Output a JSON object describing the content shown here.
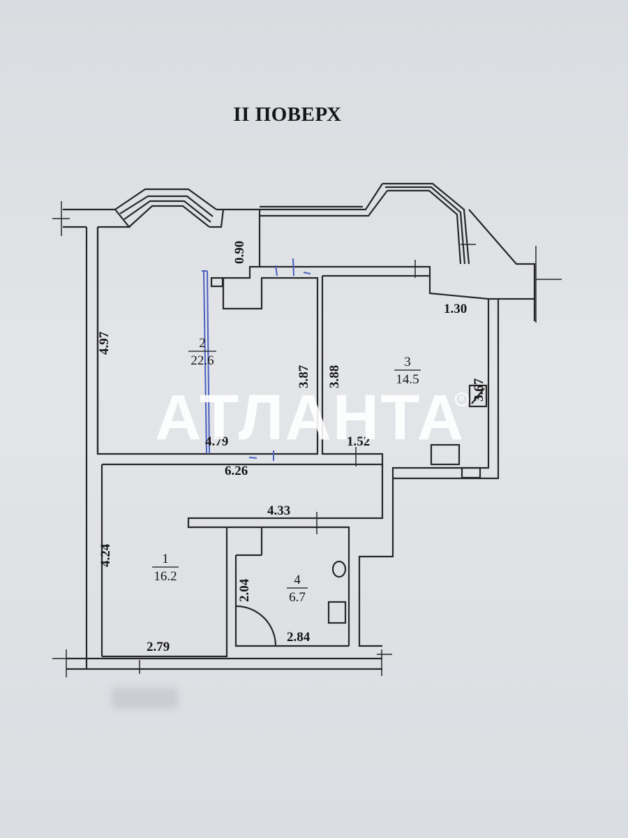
{
  "title": "II ПОВЕРХ",
  "watermark": "АТЛАНТА",
  "rooms": [
    {
      "number": "1",
      "area": "16.2"
    },
    {
      "number": "2",
      "area": "22.6"
    },
    {
      "number": "3",
      "area": "14.5"
    },
    {
      "number": "4",
      "area": "6.7"
    }
  ],
  "dimensions": {
    "d090": "0.90",
    "d497": "4.97",
    "d387": "3.87",
    "d388": "3.88",
    "d130": "1.30",
    "d367": "3.67",
    "d479": "4.79",
    "d152": "1.52",
    "d626": "6.26",
    "d433": "4.33",
    "d424": "4.24",
    "d204": "2.04",
    "d279": "2.79",
    "d284": "2.84"
  },
  "colors": {
    "wall": "#2b2b2b",
    "paper": "#dde0e3",
    "pencil": "#4a5fc0"
  }
}
